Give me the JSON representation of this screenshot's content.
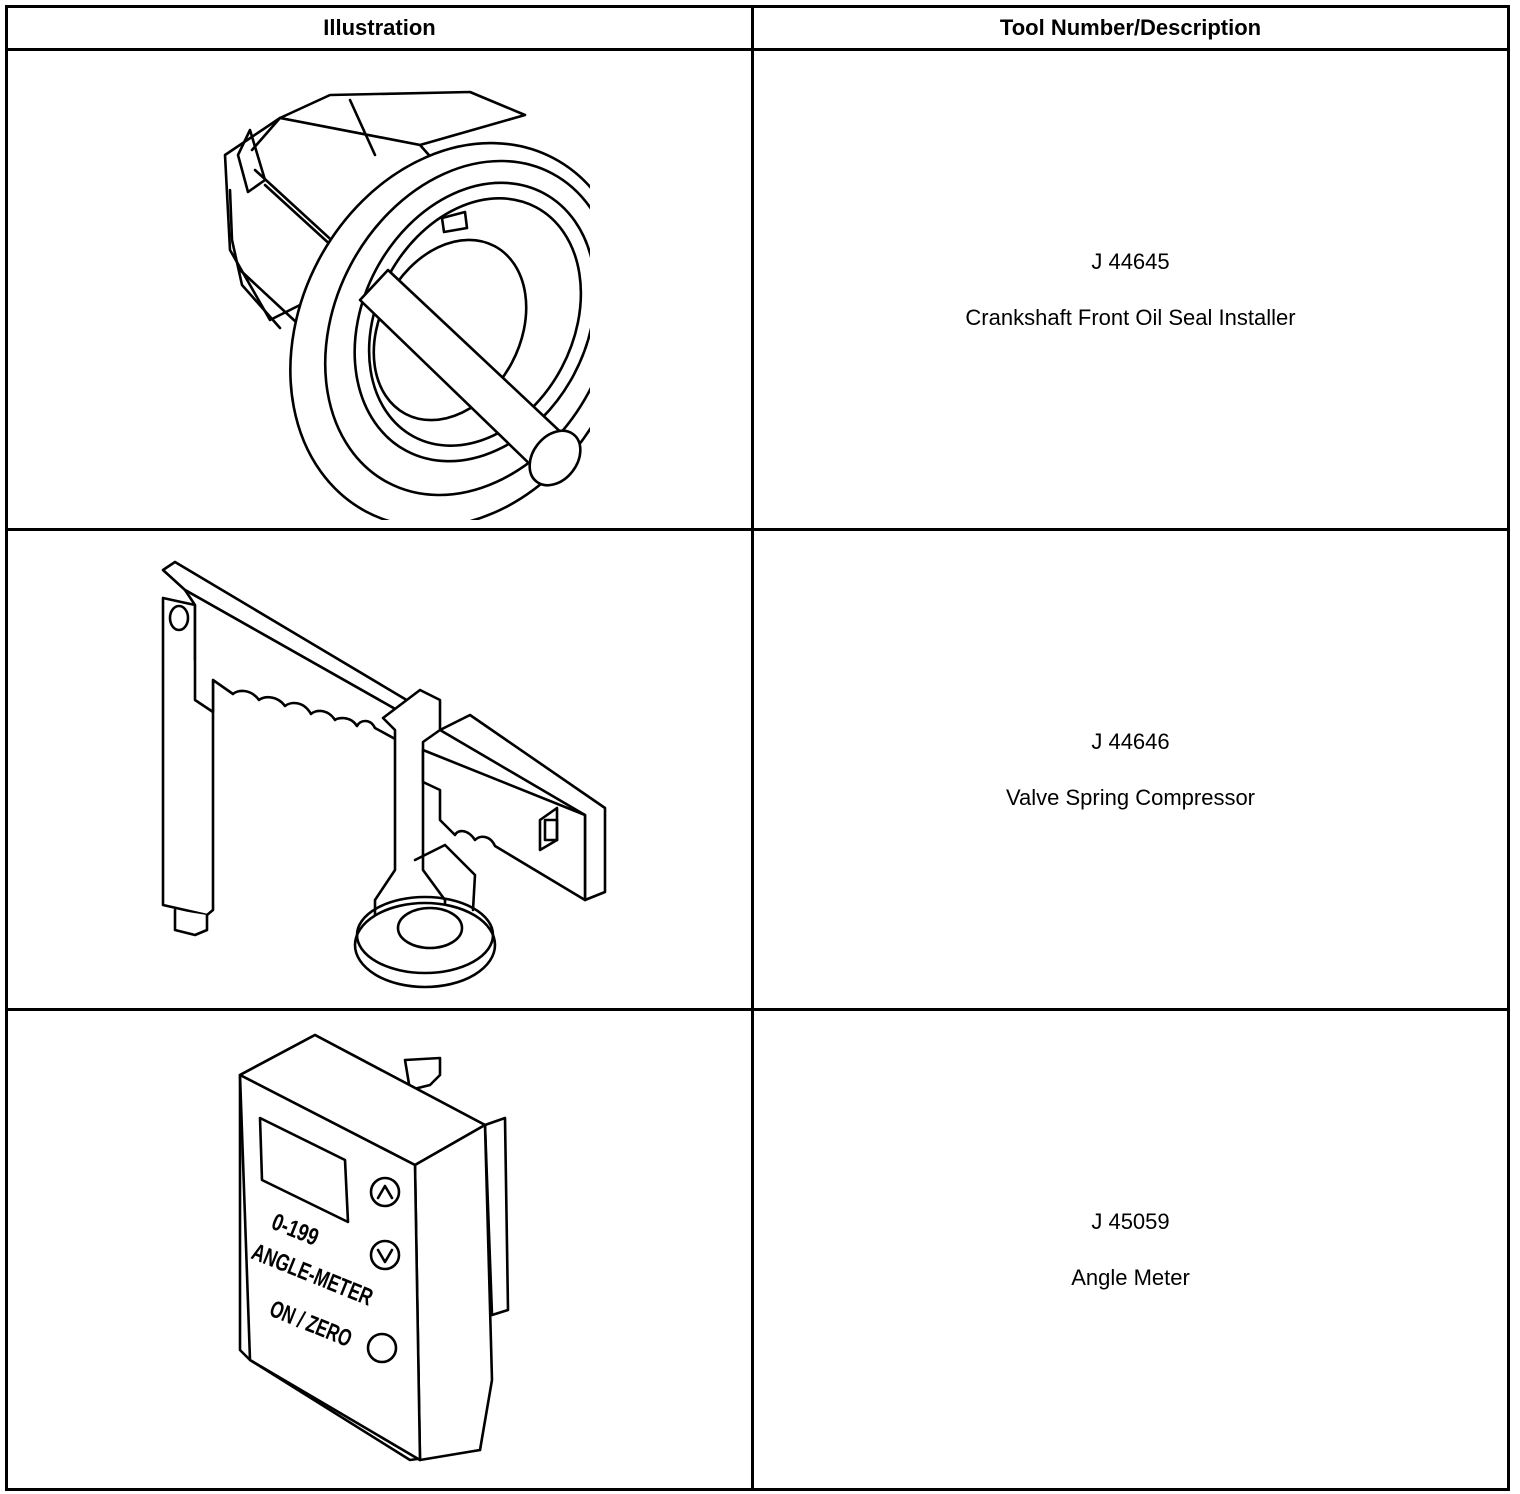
{
  "table": {
    "headers": {
      "illustration": "Illustration",
      "tool_description": "Tool Number/Description"
    },
    "rows": [
      {
        "tool_number": "J 44645",
        "description": "Crankshaft Front Oil Seal Installer",
        "icon": "oil-seal-installer-icon"
      },
      {
        "tool_number": "J 44646",
        "description": "Valve Spring Compressor",
        "icon": "valve-spring-compressor-icon"
      },
      {
        "tool_number": "J 45059",
        "description": "Angle Meter",
        "icon": "angle-meter-icon",
        "device_labels": {
          "range": "0-199",
          "name": "ANGLE-METER",
          "button": "ON / ZERO"
        }
      }
    ]
  }
}
